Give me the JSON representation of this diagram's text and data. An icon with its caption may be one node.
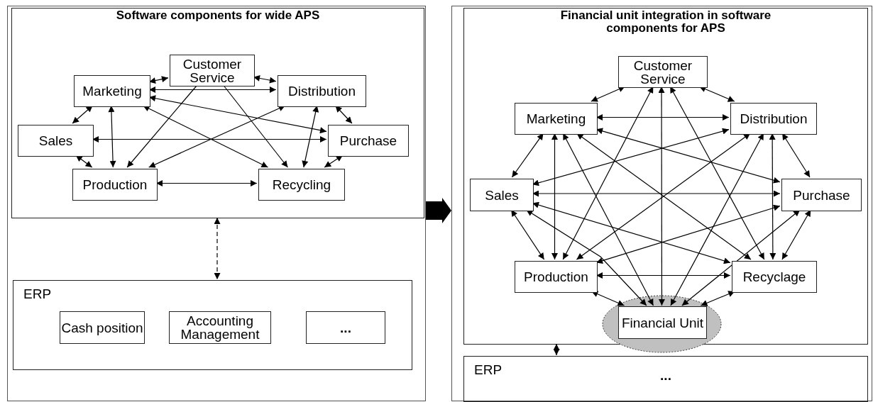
{
  "diagram": {
    "nodes": [
      {
        "text": [],
        "shape": "box"
      },
      {
        "text": [
          "Software components for wide APS"
        ],
        "in": 0
      },
      {
        "text": [
          "Customer Service"
        ],
        "in": 1
      },
      {
        "text": [
          "Marketing"
        ],
        "in": 1
      },
      {
        "text": [
          "Distribution"
        ],
        "in": 1
      },
      {
        "text": [
          "Sales"
        ],
        "in": 1
      },
      {
        "text": [
          "Purchase"
        ],
        "in": 1
      },
      {
        "text": [
          "Production"
        ],
        "in": 1
      },
      {
        "text": [
          "Recycling"
        ],
        "in": 1
      },
      {
        "text": [
          "ERP"
        ],
        "in": 0
      },
      {
        "text": [
          "Cash position"
        ],
        "in": 9
      },
      {
        "text": [
          "Accounting Management"
        ],
        "in": 9
      },
      {
        "text": [
          "..."
        ],
        "in": 9
      },
      {
        "text": [],
        "shape": "box"
      },
      {
        "text": [
          "Financial unit integration in software components for APS"
        ],
        "in": 13
      },
      {
        "text": [
          "Customer Service"
        ],
        "in": 14
      },
      {
        "text": [
          "Marketing"
        ],
        "in": 14
      },
      {
        "text": [
          "Distribution"
        ],
        "in": 14
      },
      {
        "text": [
          "Sales"
        ],
        "in": 14
      },
      {
        "text": [
          "Purchase"
        ],
        "in": 14
      },
      {
        "text": [
          "Production"
        ],
        "in": 14
      },
      {
        "text": [
          "Recyclage"
        ],
        "in": 14
      },
      {
        "text": [],
        "shape": "ellipse",
        "in": 13
      },
      {
        "text": [
          "Financial Unit"
        ],
        "in": 22
      },
      {
        "text": [
          "ERP",
          "..."
        ],
        "in": 13
      }
    ],
    "edges": [
      {
        "from": 2,
        "to": 3,
        "arrow": "both"
      },
      {
        "from": 2,
        "to": 4,
        "arrow": "both"
      },
      {
        "from": 3,
        "to": 4,
        "arrow": "both"
      },
      {
        "from": 2,
        "to": 7,
        "arrow": "to"
      },
      {
        "from": 2,
        "to": 8,
        "arrow": "to"
      },
      {
        "from": 3,
        "to": 5,
        "arrow": "both"
      },
      {
        "from": 3,
        "to": 7,
        "arrow": "both"
      },
      {
        "from": 3,
        "to": 6,
        "arrow": "both"
      },
      {
        "from": 3,
        "to": 8,
        "arrow": "both"
      },
      {
        "from": 5,
        "to": 6,
        "arrow": "both"
      },
      {
        "from": 5,
        "to": 7,
        "arrow": "both"
      },
      {
        "from": 4,
        "to": 7,
        "arrow": "both"
      },
      {
        "from": 4,
        "to": 8,
        "arrow": "both"
      },
      {
        "from": 4,
        "to": 6,
        "arrow": "both"
      },
      {
        "from": 6,
        "to": 8,
        "arrow": "both"
      },
      {
        "from": 7,
        "to": 8,
        "arrow": "both"
      },
      {
        "from": 1,
        "to": 9,
        "arrow": "both",
        "style": "dashed"
      },
      {
        "from": 0,
        "to": 13,
        "arrow": "to",
        "style": "thick"
      },
      {
        "from": 15,
        "to": 16,
        "arrow": "both"
      },
      {
        "from": 15,
        "to": 17,
        "arrow": "both"
      },
      {
        "from": 15,
        "to": 20,
        "arrow": "both"
      },
      {
        "from": 15,
        "to": 23,
        "arrow": "both"
      },
      {
        "from": 15,
        "to": 21,
        "arrow": "both"
      },
      {
        "from": 16,
        "to": 17,
        "arrow": "both"
      },
      {
        "from": 16,
        "to": 18,
        "arrow": "both"
      },
      {
        "from": 16,
        "to": 20,
        "arrow": "both"
      },
      {
        "from": 16,
        "to": 23,
        "arrow": "both"
      },
      {
        "from": 16,
        "to": 19,
        "arrow": "both"
      },
      {
        "from": 16,
        "to": 21,
        "arrow": "both"
      },
      {
        "from": 17,
        "to": 18,
        "arrow": "both"
      },
      {
        "from": 17,
        "to": 19,
        "arrow": "both"
      },
      {
        "from": 17,
        "to": 21,
        "arrow": "both"
      },
      {
        "from": 17,
        "to": 20,
        "arrow": "both"
      },
      {
        "from": 17,
        "to": 23,
        "arrow": "both"
      },
      {
        "from": 18,
        "to": 19,
        "arrow": "both"
      },
      {
        "from": 18,
        "to": 20,
        "arrow": "both"
      },
      {
        "from": 18,
        "to": 21,
        "arrow": "both"
      },
      {
        "from": 18,
        "to": 23,
        "arrow": "both"
      },
      {
        "from": 19,
        "to": 20,
        "arrow": "both"
      },
      {
        "from": 19,
        "to": 21,
        "arrow": "both"
      },
      {
        "from": 19,
        "to": 23,
        "arrow": "both"
      },
      {
        "from": 20,
        "to": 21,
        "arrow": "both"
      },
      {
        "from": 20,
        "to": 23,
        "arrow": "both"
      },
      {
        "from": 21,
        "to": 23,
        "arrow": "both"
      },
      {
        "from": 14,
        "to": 24,
        "arrow": "both"
      }
    ]
  }
}
